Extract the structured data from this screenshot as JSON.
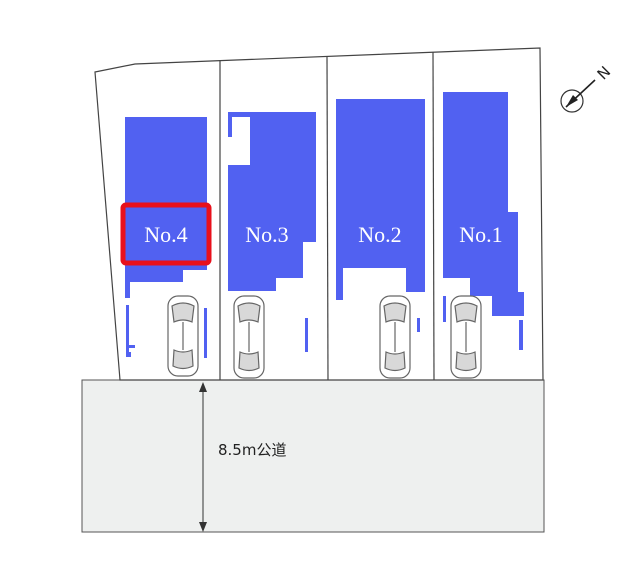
{
  "lots": [
    {
      "id": "lot-4",
      "label": "No.4",
      "highlighted": true
    },
    {
      "id": "lot-3",
      "label": "No.3",
      "highlighted": false
    },
    {
      "id": "lot-2",
      "label": "No.2",
      "highlighted": false
    },
    {
      "id": "lot-1",
      "label": "No.1",
      "highlighted": false
    }
  ],
  "road": {
    "label": "8.5m公道"
  },
  "compass": {
    "letter": "N",
    "icon": "north-arrow-icon"
  },
  "colors": {
    "building": "#5161f1",
    "highlight": "#e8101c",
    "road": "#eef0ef",
    "outline": "#444444"
  }
}
